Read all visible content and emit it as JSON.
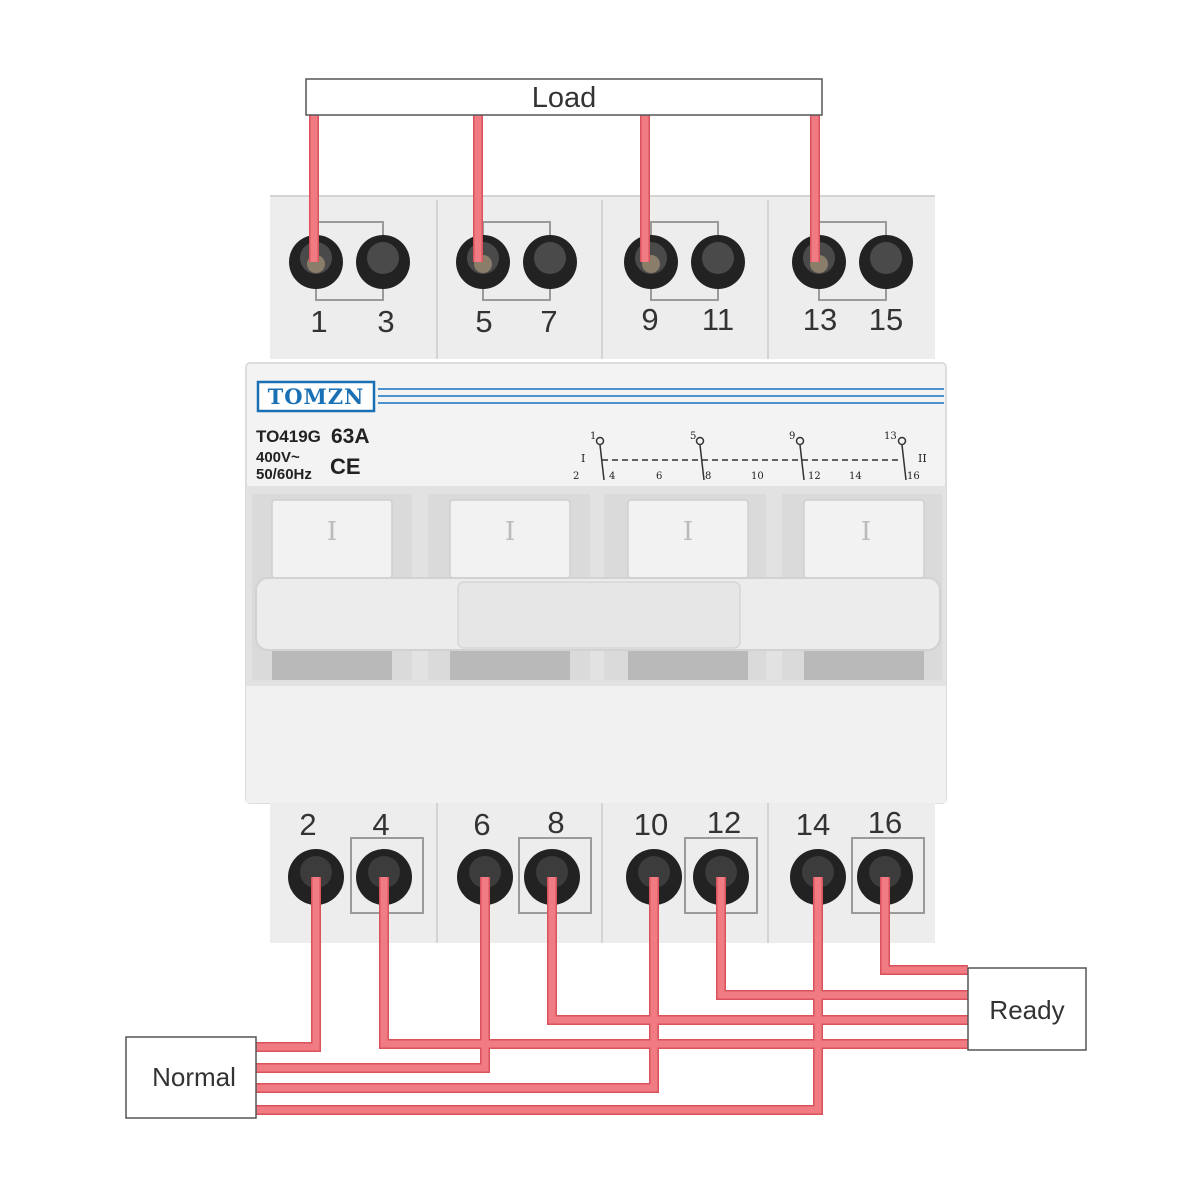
{
  "labels": {
    "load": "Load",
    "normal": "Normal",
    "ready": "Ready"
  },
  "device": {
    "brand": "TOMZN",
    "model": "TO419G",
    "rating": "63A",
    "voltage": "400V~",
    "frequency": "50/60Hz",
    "ce_mark": "CE"
  },
  "top_terminals": [
    "1",
    "3",
    "5",
    "7",
    "9",
    "11",
    "13",
    "15"
  ],
  "bottom_terminals": [
    "2",
    "4",
    "6",
    "8",
    "10",
    "12",
    "14",
    "16"
  ],
  "schematic": {
    "pos_one": "I",
    "pos_two": "II",
    "top_nums": [
      "1",
      "5",
      "9",
      "13"
    ],
    "bottom_nums": [
      "2",
      "4",
      "6",
      "8",
      "10",
      "12",
      "14",
      "16"
    ]
  },
  "handle_mark": "I",
  "colors": {
    "wire": "#f07b82",
    "wire_edge": "#d9525c",
    "brand_blue": "#1a70b5",
    "body": "#eeeeee"
  }
}
